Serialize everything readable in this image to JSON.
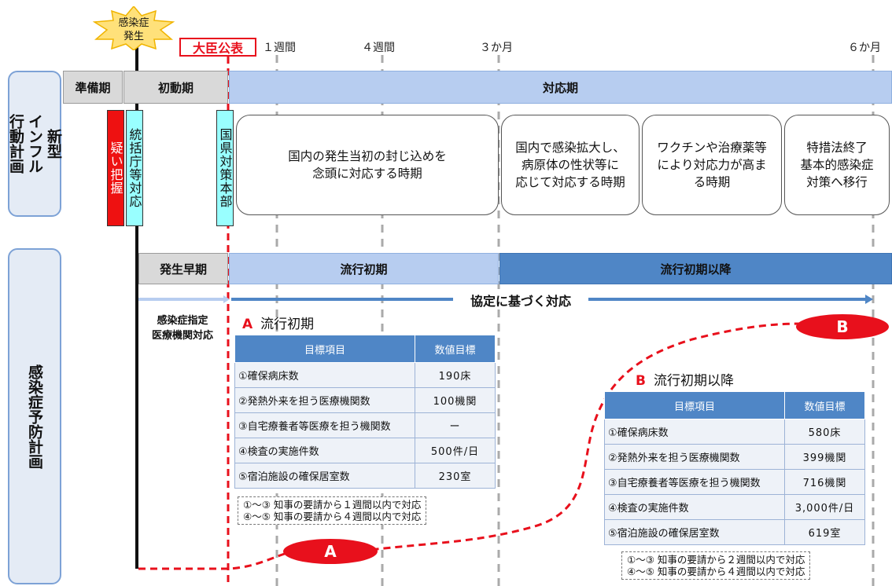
{
  "header": {
    "onset_badge": [
      "感染症",
      "発生"
    ],
    "minister_announcement": "大臣公表",
    "ticks": [
      "１週間",
      "４週間",
      "３か月",
      "６か月"
    ]
  },
  "sidebar": {
    "top": [
      "新型",
      "インフル",
      "行動計画"
    ],
    "bottom": "感染症予防計画"
  },
  "action_plan": {
    "phases": [
      "準備期",
      "初動期",
      "対応期"
    ],
    "vertical_labels": [
      "疑い把握",
      "統括庁等対応",
      "国県対策本部"
    ],
    "descriptions": [
      [
        "国内の発生当初の封じ込めを",
        "念頭に対応する時期"
      ],
      [
        "国内で感染拡大し、",
        "病原体の性状等に",
        "応じて対応する時期"
      ],
      [
        "ワクチンや治療薬等",
        "により対応力が高ま",
        "る時期"
      ],
      [
        "特措法終了",
        "基本的感染症",
        "対策へ移行"
      ]
    ]
  },
  "prevention_plan": {
    "phases": [
      "発生早期",
      "流行初期",
      "流行初期以降"
    ],
    "agreement": "協定に基づく対応",
    "designated": [
      "感染症指定",
      "医療機関対応"
    ],
    "marker_a": "A",
    "marker_b": "B"
  },
  "table_a": {
    "letter": "A",
    "title": "流行初期",
    "headers": [
      "目標項目",
      "数値目標"
    ],
    "rows": [
      [
        "①確保病床数",
        "190床"
      ],
      [
        "②発熱外来を担う医療機関数",
        "100機関"
      ],
      [
        "③自宅療養者等医療を担う機関数",
        "ー"
      ],
      [
        "④検査の実施件数",
        "500件/日"
      ],
      [
        "⑤宿泊施設の確保居室数",
        "230室"
      ]
    ],
    "notes": [
      "①～③ 知事の要請から１週間以内で対応",
      "④～⑤ 知事の要請から４週間以内で対応"
    ]
  },
  "table_b": {
    "letter": "B",
    "title": "流行初期以降",
    "headers": [
      "目標項目",
      "数値目標"
    ],
    "rows": [
      [
        "①確保病床数",
        "580床"
      ],
      [
        "②発熱外来を担う医療機関数",
        "399機関"
      ],
      [
        "③自宅療養者等医療を担う機関数",
        "716機関"
      ],
      [
        "④検査の実施件数",
        "3,000件/日"
      ],
      [
        "⑤宿泊施設の確保居室数",
        "619室"
      ]
    ],
    "notes": [
      "①～③ 知事の要請から２週間以内で対応",
      "④～⑤ 知事の要請から４週間以内で対応"
    ]
  },
  "colors": {
    "accent_blue": "#4f86c6",
    "light_blue": "#b7cdf0",
    "alert_red": "#e8101c",
    "cyan_label": "#99ffff"
  }
}
